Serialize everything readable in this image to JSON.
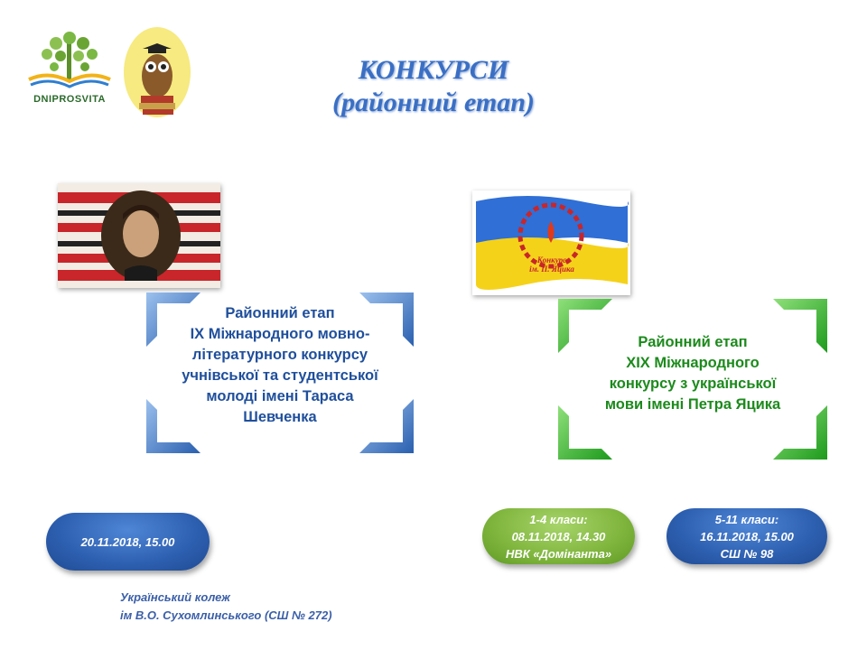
{
  "logos": {
    "dniprosvita_text": "DNIPROSVITA"
  },
  "title": {
    "line1": "КОНКУРСИ",
    "line2": "(районний етап)"
  },
  "left_card": {
    "lines": [
      "Районний етап",
      "ІХ Міжнародного  мовно-",
      "літературного  конкурсу",
      "учнівської та студентської",
      "молоді імені Тараса",
      "Шевченка"
    ],
    "date_pill": "20.11.2018,  15.00"
  },
  "right_card": {
    "lines": [
      "Районний етап",
      "ХІХ Міжнародного",
      "конкурсу з української",
      "мови імені Петра Яцика"
    ],
    "flag_caption_line1": "Конкурс",
    "flag_caption_line2": "ім. П. Яцика",
    "pill_green": [
      "1-4 класи:",
      "08.11.2018,  14.30",
      "НВК «Домінанта»"
    ],
    "pill_blue": [
      "5-11 класи:",
      "16.11.2018, 15.00",
      "СШ № 98"
    ]
  },
  "footer": {
    "line1": "Український  колеж",
    "line2": "ім В.О. Сухомлинського (СШ № 272)"
  },
  "colors": {
    "blue_accent": "#3a6fc4",
    "green_accent": "#1c8a1c",
    "flag_blue": "#2f6fd6",
    "flag_yellow": "#f5d21a"
  }
}
